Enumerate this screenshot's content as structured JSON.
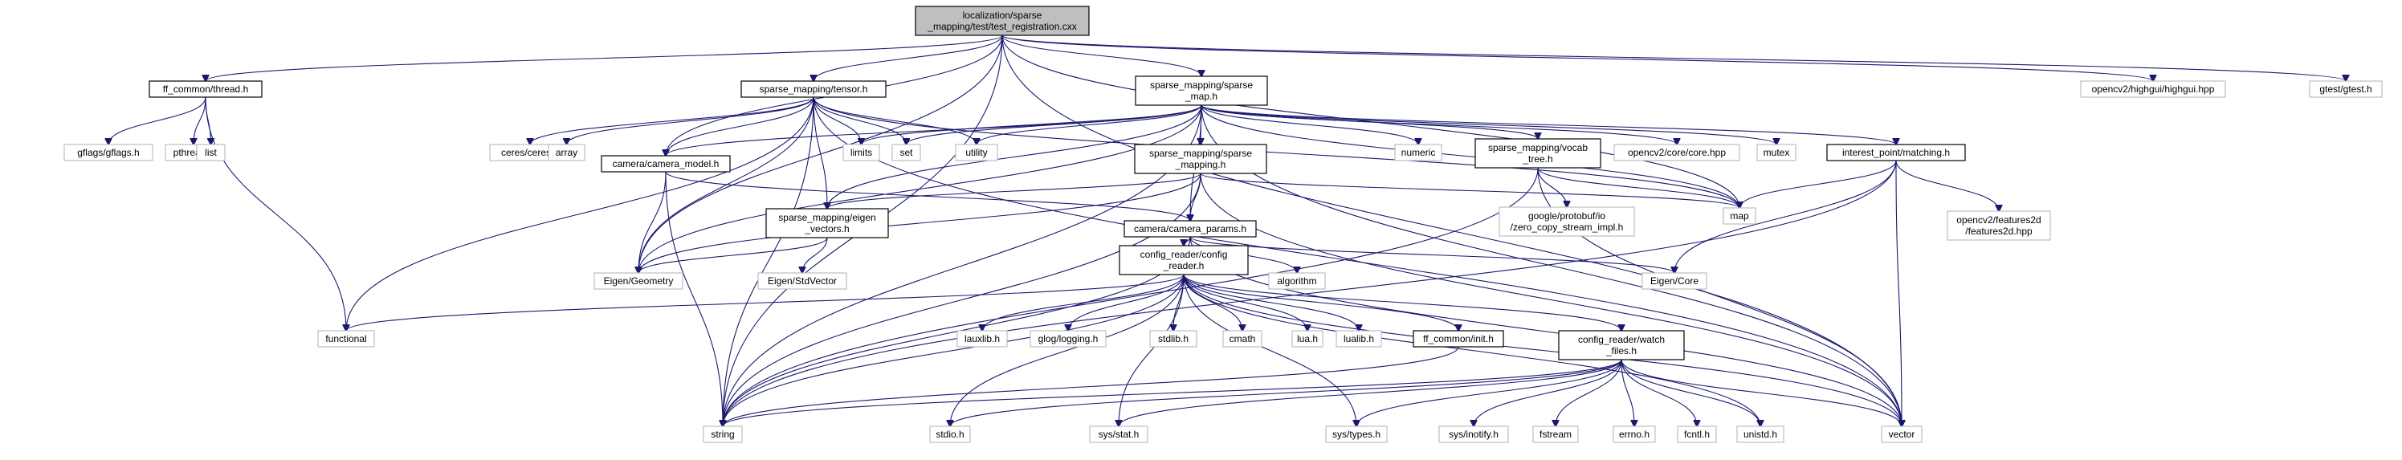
{
  "diagram": {
    "title": "",
    "nodes": [
      {
        "id": "root",
        "lines": [
          "localization/sparse",
          "_mapping/test/test_registration.cxx"
        ],
        "kind": "root"
      },
      {
        "id": "thread",
        "lines": [
          "ff_common/thread.h"
        ],
        "kind": "internal"
      },
      {
        "id": "tensor",
        "lines": [
          "sparse_mapping/tensor.h"
        ],
        "kind": "internal"
      },
      {
        "id": "sparse_map",
        "lines": [
          "sparse_mapping/sparse",
          "_map.h"
        ],
        "kind": "internal"
      },
      {
        "id": "highgui",
        "lines": [
          "opencv2/highgui/highgui.hpp"
        ],
        "kind": "external"
      },
      {
        "id": "gtest",
        "lines": [
          "gtest/gtest.h"
        ],
        "kind": "external"
      },
      {
        "id": "gflags",
        "lines": [
          "gflags/gflags.h"
        ],
        "kind": "external"
      },
      {
        "id": "pthread",
        "lines": [
          "pthread.h"
        ],
        "kind": "external"
      },
      {
        "id": "list",
        "lines": [
          "list"
        ],
        "kind": "external"
      },
      {
        "id": "ceres",
        "lines": [
          "ceres/ceres.h"
        ],
        "kind": "external"
      },
      {
        "id": "array",
        "lines": [
          "array"
        ],
        "kind": "external"
      },
      {
        "id": "camera_model",
        "lines": [
          "camera/camera_model.h"
        ],
        "kind": "internal"
      },
      {
        "id": "limits",
        "lines": [
          "limits"
        ],
        "kind": "external"
      },
      {
        "id": "set",
        "lines": [
          "set"
        ],
        "kind": "external"
      },
      {
        "id": "utility",
        "lines": [
          "utility"
        ],
        "kind": "external"
      },
      {
        "id": "numeric",
        "lines": [
          "numeric"
        ],
        "kind": "external"
      },
      {
        "id": "vocab_tree",
        "lines": [
          "sparse_mapping/vocab",
          "_tree.h"
        ],
        "kind": "internal"
      },
      {
        "id": "opencv_core",
        "lines": [
          "opencv2/core/core.hpp"
        ],
        "kind": "external"
      },
      {
        "id": "mutex",
        "lines": [
          "mutex"
        ],
        "kind": "external"
      },
      {
        "id": "matching",
        "lines": [
          "interest_point/matching.h"
        ],
        "kind": "internal"
      },
      {
        "id": "sparse_mapping",
        "lines": [
          "sparse_mapping/sparse",
          "_mapping.h"
        ],
        "kind": "internal"
      },
      {
        "id": "map",
        "lines": [
          "map"
        ],
        "kind": "external"
      },
      {
        "id": "protobuf",
        "lines": [
          "google/protobuf/io",
          "/zero_copy_stream_impl.h"
        ],
        "kind": "external"
      },
      {
        "id": "features2d",
        "lines": [
          "opencv2/features2d",
          "/features2d.hpp"
        ],
        "kind": "external"
      },
      {
        "id": "eigen_vectors",
        "lines": [
          "sparse_mapping/eigen",
          "_vectors.h"
        ],
        "kind": "internal"
      },
      {
        "id": "camera_params",
        "lines": [
          "camera/camera_params.h"
        ],
        "kind": "internal"
      },
      {
        "id": "eigen_geometry",
        "lines": [
          "Eigen/Geometry"
        ],
        "kind": "external"
      },
      {
        "id": "eigen_stdvector",
        "lines": [
          "Eigen/StdVector"
        ],
        "kind": "external"
      },
      {
        "id": "algorithm",
        "lines": [
          "algorithm"
        ],
        "kind": "external"
      },
      {
        "id": "eigen_core",
        "lines": [
          "Eigen/Core"
        ],
        "kind": "external"
      },
      {
        "id": "config_reader",
        "lines": [
          "config_reader/config",
          "_reader.h"
        ],
        "kind": "internal"
      },
      {
        "id": "functional",
        "lines": [
          "functional"
        ],
        "kind": "external"
      },
      {
        "id": "lauxlib",
        "lines": [
          "lauxlib.h"
        ],
        "kind": "external"
      },
      {
        "id": "glog",
        "lines": [
          "glog/logging.h"
        ],
        "kind": "external"
      },
      {
        "id": "stdlib",
        "lines": [
          "stdlib.h"
        ],
        "kind": "external"
      },
      {
        "id": "cmath",
        "lines": [
          "cmath"
        ],
        "kind": "external"
      },
      {
        "id": "lua",
        "lines": [
          "lua.h"
        ],
        "kind": "external"
      },
      {
        "id": "lualib",
        "lines": [
          "lualib.h"
        ],
        "kind": "external"
      },
      {
        "id": "ff_init",
        "lines": [
          "ff_common/init.h"
        ],
        "kind": "internal"
      },
      {
        "id": "watch_files",
        "lines": [
          "config_reader/watch",
          "_files.h"
        ],
        "kind": "internal"
      },
      {
        "id": "string",
        "lines": [
          "string"
        ],
        "kind": "external"
      },
      {
        "id": "stdio",
        "lines": [
          "stdio.h"
        ],
        "kind": "external"
      },
      {
        "id": "sys_stat",
        "lines": [
          "sys/stat.h"
        ],
        "kind": "external"
      },
      {
        "id": "sys_types",
        "lines": [
          "sys/types.h"
        ],
        "kind": "external"
      },
      {
        "id": "sys_inotify",
        "lines": [
          "sys/inotify.h"
        ],
        "kind": "external"
      },
      {
        "id": "fstream",
        "lines": [
          "fstream"
        ],
        "kind": "external"
      },
      {
        "id": "errno",
        "lines": [
          "errno.h"
        ],
        "kind": "external"
      },
      {
        "id": "fcntl",
        "lines": [
          "fcntl.h"
        ],
        "kind": "external"
      },
      {
        "id": "unistd",
        "lines": [
          "unistd.h"
        ],
        "kind": "external"
      },
      {
        "id": "vector",
        "lines": [
          "vector"
        ],
        "kind": "external"
      }
    ],
    "edges": [
      [
        "root",
        "thread"
      ],
      [
        "root",
        "tensor"
      ],
      [
        "root",
        "sparse_map"
      ],
      [
        "root",
        "highgui"
      ],
      [
        "root",
        "gtest"
      ],
      [
        "root",
        "camera_model"
      ],
      [
        "root",
        "eigen_geometry"
      ],
      [
        "root",
        "string"
      ],
      [
        "root",
        "vector"
      ],
      [
        "root",
        "map"
      ],
      [
        "thread",
        "gflags"
      ],
      [
        "thread",
        "pthread"
      ],
      [
        "thread",
        "list"
      ],
      [
        "thread",
        "functional"
      ],
      [
        "tensor",
        "ceres"
      ],
      [
        "tensor",
        "array"
      ],
      [
        "tensor",
        "camera_model"
      ],
      [
        "tensor",
        "limits"
      ],
      [
        "tensor",
        "set"
      ],
      [
        "tensor",
        "utility"
      ],
      [
        "tensor",
        "eigen_vectors"
      ],
      [
        "tensor",
        "eigen_geometry"
      ],
      [
        "tensor",
        "functional"
      ],
      [
        "tensor",
        "string"
      ],
      [
        "tensor",
        "map"
      ],
      [
        "tensor",
        "vector"
      ],
      [
        "sparse_map",
        "camera_model"
      ],
      [
        "sparse_map",
        "limits"
      ],
      [
        "sparse_map",
        "set"
      ],
      [
        "sparse_map",
        "utility"
      ],
      [
        "sparse_map",
        "numeric"
      ],
      [
        "sparse_map",
        "vocab_tree"
      ],
      [
        "sparse_map",
        "opencv_core"
      ],
      [
        "sparse_map",
        "mutex"
      ],
      [
        "sparse_map",
        "matching"
      ],
      [
        "sparse_map",
        "sparse_mapping"
      ],
      [
        "sparse_map",
        "camera_params"
      ],
      [
        "sparse_map",
        "eigen_vectors"
      ],
      [
        "sparse_map",
        "eigen_geometry"
      ],
      [
        "sparse_map",
        "string"
      ],
      [
        "sparse_map",
        "map"
      ],
      [
        "sparse_map",
        "vector"
      ],
      [
        "camera_model",
        "camera_params"
      ],
      [
        "camera_model",
        "eigen_geometry"
      ],
      [
        "camera_model",
        "string"
      ],
      [
        "sparse_mapping",
        "camera_params"
      ],
      [
        "sparse_mapping",
        "eigen_vectors"
      ],
      [
        "sparse_mapping",
        "eigen_geometry"
      ],
      [
        "sparse_mapping",
        "string"
      ],
      [
        "sparse_mapping",
        "map"
      ],
      [
        "sparse_mapping",
        "vector"
      ],
      [
        "vocab_tree",
        "protobuf"
      ],
      [
        "vocab_tree",
        "map"
      ],
      [
        "vocab_tree",
        "string"
      ],
      [
        "vocab_tree",
        "vector"
      ],
      [
        "matching",
        "map"
      ],
      [
        "matching",
        "features2d"
      ],
      [
        "matching",
        "eigen_core"
      ],
      [
        "matching",
        "vector"
      ],
      [
        "matching",
        "string"
      ],
      [
        "eigen_vectors",
        "eigen_geometry"
      ],
      [
        "eigen_vectors",
        "eigen_stdvector"
      ],
      [
        "camera_params",
        "config_reader"
      ],
      [
        "camera_params",
        "algorithm"
      ],
      [
        "camera_params",
        "eigen_core"
      ],
      [
        "camera_params",
        "string"
      ],
      [
        "camera_params",
        "vector"
      ],
      [
        "config_reader",
        "functional"
      ],
      [
        "config_reader",
        "lauxlib"
      ],
      [
        "config_reader",
        "glog"
      ],
      [
        "config_reader",
        "stdlib"
      ],
      [
        "config_reader",
        "cmath"
      ],
      [
        "config_reader",
        "lua"
      ],
      [
        "config_reader",
        "lualib"
      ],
      [
        "config_reader",
        "ff_init"
      ],
      [
        "config_reader",
        "watch_files"
      ],
      [
        "config_reader",
        "string"
      ],
      [
        "config_reader",
        "stdio"
      ],
      [
        "config_reader",
        "sys_stat"
      ],
      [
        "config_reader",
        "sys_types"
      ],
      [
        "config_reader",
        "unistd"
      ],
      [
        "config_reader",
        "vector"
      ],
      [
        "ff_init",
        "string"
      ],
      [
        "watch_files",
        "string"
      ],
      [
        "watch_files",
        "stdio"
      ],
      [
        "watch_files",
        "sys_stat"
      ],
      [
        "watch_files",
        "sys_types"
      ],
      [
        "watch_files",
        "sys_inotify"
      ],
      [
        "watch_files",
        "fstream"
      ],
      [
        "watch_files",
        "errno"
      ],
      [
        "watch_files",
        "fcntl"
      ],
      [
        "watch_files",
        "unistd"
      ],
      [
        "watch_files",
        "vector"
      ]
    ]
  }
}
